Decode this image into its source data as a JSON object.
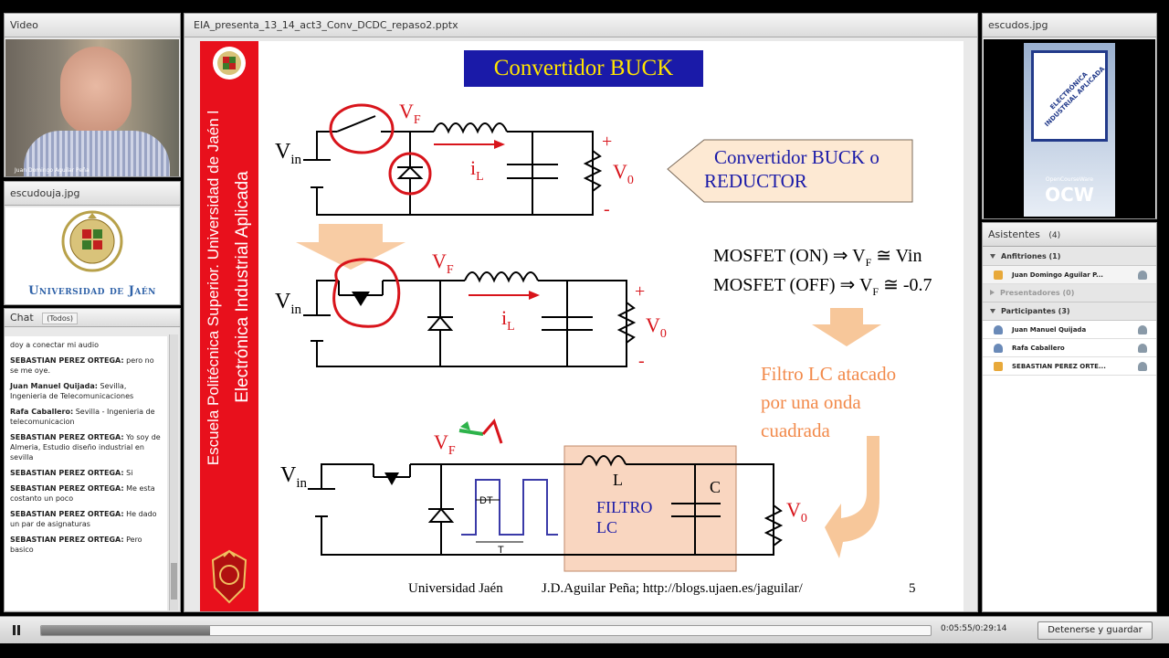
{
  "video_pod": {
    "title": "Video",
    "caption": "Juan Domingo Aguilar Peña"
  },
  "logo_pod": {
    "title": "escudouja.jpg",
    "university": "Universidad de Jaén"
  },
  "chat_pod": {
    "title": "Chat",
    "scope": "(Todos)",
    "messages": [
      {
        "author": "",
        "text": "doy a conectar mi audio"
      },
      {
        "author": "SEBASTIAN PEREZ ORTEGA:",
        "text": "pero no se me oye."
      },
      {
        "author": "Juan Manuel Quijada:",
        "text": "Sevilla, Ingenieria de Telecomunicaciones"
      },
      {
        "author": "Rafa Caballero:",
        "text": "Sevilla - Ingenieria de telecomunicacion"
      },
      {
        "author": "SEBASTIAN PEREZ ORTEGA:",
        "text": "Yo soy de Almeria, Estudio diseño industrial en sevilla"
      },
      {
        "author": "SEBASTIAN PEREZ ORTEGA:",
        "text": "Si"
      },
      {
        "author": "SEBASTIAN PEREZ ORTEGA:",
        "text": "Me esta costanto un poco"
      },
      {
        "author": "SEBASTIAN PEREZ ORTEGA:",
        "text": "He dado un par de asignaturas"
      },
      {
        "author": "SEBASTIAN PEREZ ORTEGA:",
        "text": "Pero basico"
      }
    ]
  },
  "share_pod": {
    "title": "EIA_presenta_13_14_act3_Conv_DCDC_repaso2.pptx"
  },
  "slide": {
    "title": "Convertidor BUCK",
    "sidebar_line1": "Escuela Politécnica Superior. Universidad de Jaén l",
    "sidebar_line2": "Electrónica Industrial Aplicada",
    "callout_line1": "Convertidor BUCK o",
    "callout_line2": "REDUCTOR",
    "mosfet_on_prefix": "MOSFET (ON) ⇒ V",
    "mosfet_on_suffix": " ≅ Vin",
    "mosfet_off_prefix": "MOSFET (OFF) ⇒ V",
    "mosfet_off_suffix": " ≅ -0.7",
    "sub_f": "F",
    "lc_line1": "Filtro LC atacado",
    "lc_line2": "por una onda",
    "lc_line3": "cuadrada",
    "vin": "V",
    "vin_sub": "in",
    "vf": "V",
    "vf_sub": "F",
    "il": "i",
    "il_sub": "L",
    "v0": "V",
    "v0_sub": "0",
    "plus": "+",
    "minus": "-",
    "filter_label_l": "L",
    "filter_label_c": "C",
    "filter_line1": "FILTRO",
    "filter_line2": "LC",
    "dt": "DT",
    "t": "T",
    "footer_left": "Universidad Jaén",
    "footer_mid": "J.D.Aguilar Peña;  http://blogs.ujaen.es/jaguilar/",
    "page": "5"
  },
  "escudos_pod": {
    "title": "escudos.jpg",
    "badge_text": "ELECTRÓNICA INDUSTRIAL APLICADA",
    "ocw_small": "OpenCourseWare",
    "ocw": "OCW"
  },
  "attendees_pod": {
    "title": "Asistentes",
    "count": "(4)",
    "hosts_label": "Anfitriones (1)",
    "hosts": [
      "Juan Domingo Aguilar P..."
    ],
    "presenters_label": "Presentadores (0)",
    "participants_label": "Participantes (3)",
    "participants": [
      "Juan Manuel Quijada",
      "Rafa Caballero",
      "SEBASTIAN PEREZ ORTE..."
    ]
  },
  "playback": {
    "progress": 0.19,
    "time": "0:05:55/0:29:14",
    "stop_label": "Detenerse y guardar"
  },
  "colors": {
    "slide_red": "#e8101c",
    "title_blue": "#1a1aa8",
    "title_text": "#ffe400",
    "callout_bg": "#fde9d3",
    "accent_orange": "#f28a4b",
    "circuit_red": "#d8141b",
    "filter_bg": "#f9d6c0"
  }
}
